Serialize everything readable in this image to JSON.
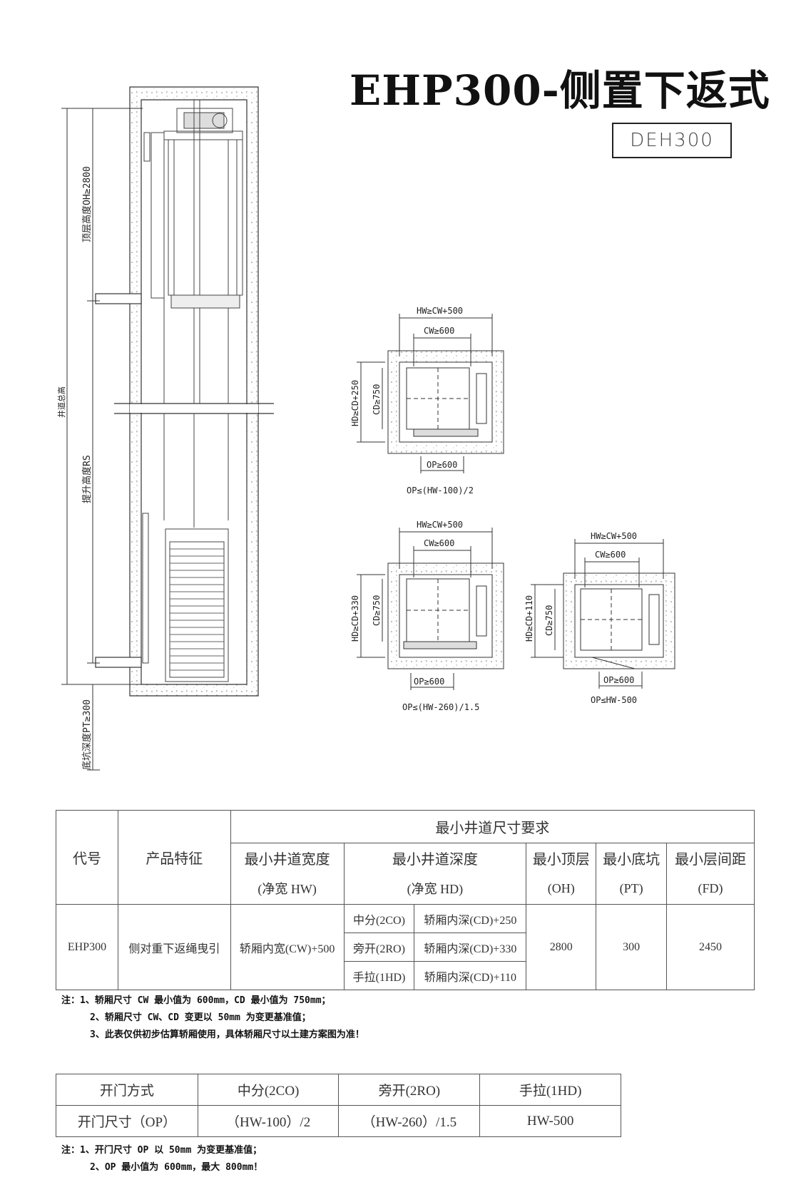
{
  "header": {
    "title": "EHP300-侧置下返式",
    "model_code": "DEH300"
  },
  "elevation_labels": {
    "overhead": "顶层高度OH≥2800",
    "shaft_total": "井道总高",
    "travel": "提升高度RS",
    "pit": "底坑深度PT≥300"
  },
  "plans": [
    {
      "hw": "HW≥CW+500",
      "cw": "CW≥600",
      "hd": "HD≥CD+250",
      "cd": "CD≥750",
      "op": "OP≥600",
      "formula": "OP≤(HW-100)/2"
    },
    {
      "hw": "HW≥CW+500",
      "cw": "CW≥600",
      "hd": "HD≥CD+330",
      "cd": "CD≥750",
      "op": "OP≥600",
      "formula": "OP≤(HW-260)/1.5"
    },
    {
      "hw": "HW≥CW+500",
      "cw": "CW≥600",
      "hd": "HD≥CD+110",
      "cd": "CD≥750",
      "op": "OP≥600",
      "formula": "OP≤HW-500"
    }
  ],
  "spec_table": {
    "col_code": "代号",
    "col_feature": "产品特征",
    "group_header": "最小井道尺寸要求",
    "col_width": "最小井道宽度",
    "col_width_sub": "(净宽 HW)",
    "col_depth": "最小井道深度",
    "col_depth_sub": "(净宽 HD)",
    "col_oh": "最小顶层",
    "col_oh_sub": "(OH)",
    "col_pt": "最小底坑",
    "col_pt_sub": "(PT)",
    "col_fd": "最小层间距",
    "col_fd_sub": "(FD)",
    "row": {
      "code": "EHP300",
      "feature": "侧对重下返绳曳引",
      "width": "轿厢内宽(CW)+500",
      "depths": [
        {
          "type": "中分(2CO)",
          "value": "轿厢内深(CD)+250"
        },
        {
          "type": "旁开(2RO)",
          "value": "轿厢内深(CD)+330"
        },
        {
          "type": "手拉(1HD)",
          "value": "轿厢内深(CD)+110"
        }
      ],
      "oh": "2800",
      "pt": "300",
      "fd": "2450"
    }
  },
  "notes1": [
    "注：1、轿厢尺寸 CW 最小值为 600mm，CD 最小值为 750mm；",
    "2、轿厢尺寸 CW、CD 变更以 50mm 为变更基准值；",
    "3、此表仅供初步估算轿厢使用，具体轿厢尺寸以土建方案图为准！"
  ],
  "door_table": {
    "row1_label": "开门方式",
    "types": [
      "中分(2CO)",
      "旁开(2RO)",
      "手拉(1HD)"
    ],
    "row2_label": "开门尺寸（OP）",
    "sizes": [
      "（HW-100）/2",
      "（HW-260）/1.5",
      "HW-500"
    ]
  },
  "notes2": [
    "注：1、开门尺寸 OP 以 50mm 为变更基准值；",
    "2、OP 最小值为 600mm，最大 800mm！"
  ]
}
